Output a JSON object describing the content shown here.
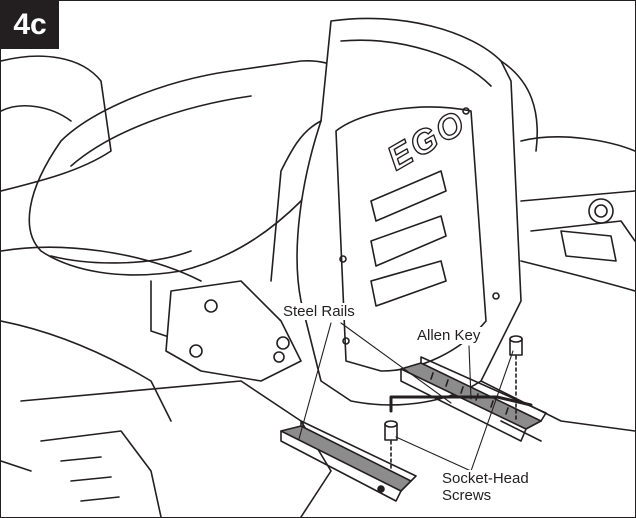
{
  "step_label": "4c",
  "callouts": {
    "steel_rails": "Steel Rails",
    "allen_key": "Allen Key",
    "screws_line1": "Socket-Head",
    "screws_line2": "Screws"
  },
  "logo_text": "EGO",
  "colors": {
    "line": "#231f20",
    "rail_fill": "#8c8c8c",
    "badge_bg": "#231f20",
    "badge_text": "#ffffff"
  }
}
